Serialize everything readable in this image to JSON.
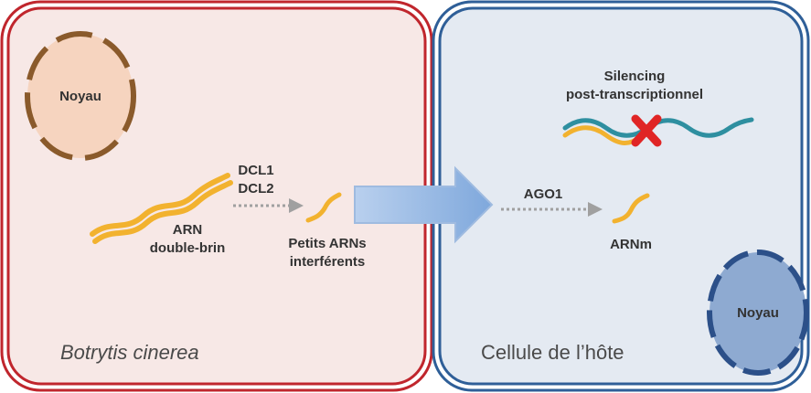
{
  "colors": {
    "fungus_border": "#c0262d",
    "fungus_fill": "#f7e8e6",
    "host_border": "#2f5f98",
    "host_fill": "#e4eaf2",
    "fungus_nucleus_fill": "#f6d4bf",
    "fungus_nucleus_border": "#8a5a2b",
    "host_nucleus_fill": "#8eaad1",
    "host_nucleus_border": "#2c5089",
    "rna_yellow": "#f2b22f",
    "rna_teal": "#2e8fa0",
    "cross_red": "#e02525",
    "dotted_arrow": "#a0a0a0",
    "big_arrow": "#8eb4e3"
  },
  "fungus_cell": {
    "name": "Botrytis cinerea",
    "nucleus_label": "Noyau",
    "dsrna_label_1": "ARN",
    "dsrna_label_2": "double-brin",
    "enzyme_label_1": "DCL1",
    "enzyme_label_2": "DCL2",
    "sirna_label_1": "Petits ARNs",
    "sirna_label_2": "interférents"
  },
  "host_cell": {
    "name": "Cellule de l’hôte",
    "nucleus_label": "Noyau",
    "silencing_label_1": "Silencing",
    "silencing_label_2": "post-transcriptionnel",
    "ago_label": "AGO1",
    "mrna_label": "ARNm"
  }
}
